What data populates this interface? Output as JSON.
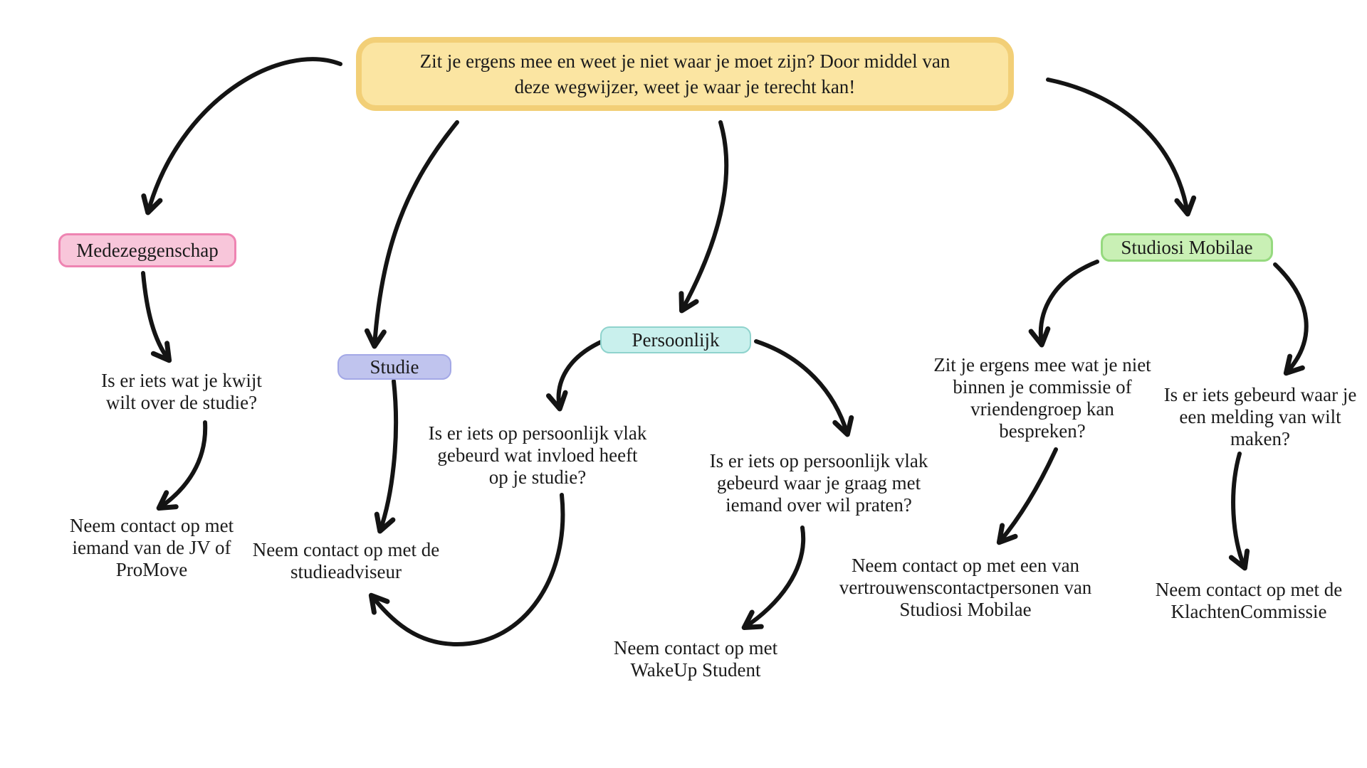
{
  "diagram": {
    "title_node": {
      "text": "Zit je ergens mee en weet je niet waar je moet zijn? Door middel van\ndeze wegwijzer, weet je waar je terecht kan!",
      "fill": "#FBE5A2",
      "border": "#F2CF77"
    },
    "branches": {
      "medezeggenschap": {
        "label": "Medezeggenschap",
        "fill": "#F8C6DA",
        "border": "#EE84B2"
      },
      "studie": {
        "label": "Studie",
        "fill": "#C0C4EE",
        "border": "#A3A8E6"
      },
      "persoonlijk": {
        "label": "Persoonlijk",
        "fill": "#C9F0ED",
        "border": "#8FD3CD"
      },
      "studiosi_mobilae": {
        "label": "Studiosi Mobilae",
        "fill": "#C9F0B5",
        "border": "#96DA7F"
      }
    },
    "questions": {
      "medezeggenschap": {
        "text": "Is er iets wat je kwijt\nwilt over de studie?"
      },
      "studie_persoonlijk": {
        "text": "Is er iets op persoonlijk vlak\ngebeurd wat invloed heeft\nop je studie?"
      },
      "persoonlijk_praten": {
        "text": "Is er iets op persoonlijk vlak\ngebeurd waar je graag met\niemand over wil praten?"
      },
      "commissie": {
        "text": "Zit je ergens mee wat je niet\nbinnen je commissie of\nvriendengroep kan\nbespreken?"
      },
      "melding": {
        "text": "Is er iets gebeurd waar je\neen melding van wilt\nmaken?"
      }
    },
    "answers": {
      "jv_promove": {
        "text": "Neem contact op met\niemand van de JV of\nProMove"
      },
      "studieadviseur": {
        "text": "Neem contact op met de\nstudieadviseur"
      },
      "wakeup_student": {
        "text": "Neem contact op met\nWakeUp Student"
      },
      "vertrouwenspersonen": {
        "text": "Neem contact op met een van\nvertrouwenscontactpersonen van\nStudiosi Mobilae"
      },
      "klachtencommissie": {
        "text": "Neem contact op met de\nKlachtenCommissie"
      }
    },
    "edges": [
      {
        "from": "title_node",
        "to": "medezeggenschap"
      },
      {
        "from": "title_node",
        "to": "studie"
      },
      {
        "from": "title_node",
        "to": "persoonlijk"
      },
      {
        "from": "title_node",
        "to": "studiosi_mobilae"
      },
      {
        "from": "medezeggenschap",
        "to": "question_medezeggenschap"
      },
      {
        "from": "question_medezeggenschap",
        "to": "answer_jv_promove"
      },
      {
        "from": "studie",
        "to": "answer_studieadviseur"
      },
      {
        "from": "persoonlijk",
        "to": "question_studie_persoonlijk"
      },
      {
        "from": "persoonlijk",
        "to": "question_persoonlijk_praten"
      },
      {
        "from": "question_studie_persoonlijk",
        "to": "answer_studieadviseur"
      },
      {
        "from": "question_persoonlijk_praten",
        "to": "answer_wakeup_student"
      },
      {
        "from": "studiosi_mobilae",
        "to": "question_commissie"
      },
      {
        "from": "studiosi_mobilae",
        "to": "question_melding"
      },
      {
        "from": "question_commissie",
        "to": "answer_vertrouwenspersonen"
      },
      {
        "from": "question_melding",
        "to": "answer_klachtencommissie"
      }
    ],
    "arrow_color": "#141414"
  }
}
